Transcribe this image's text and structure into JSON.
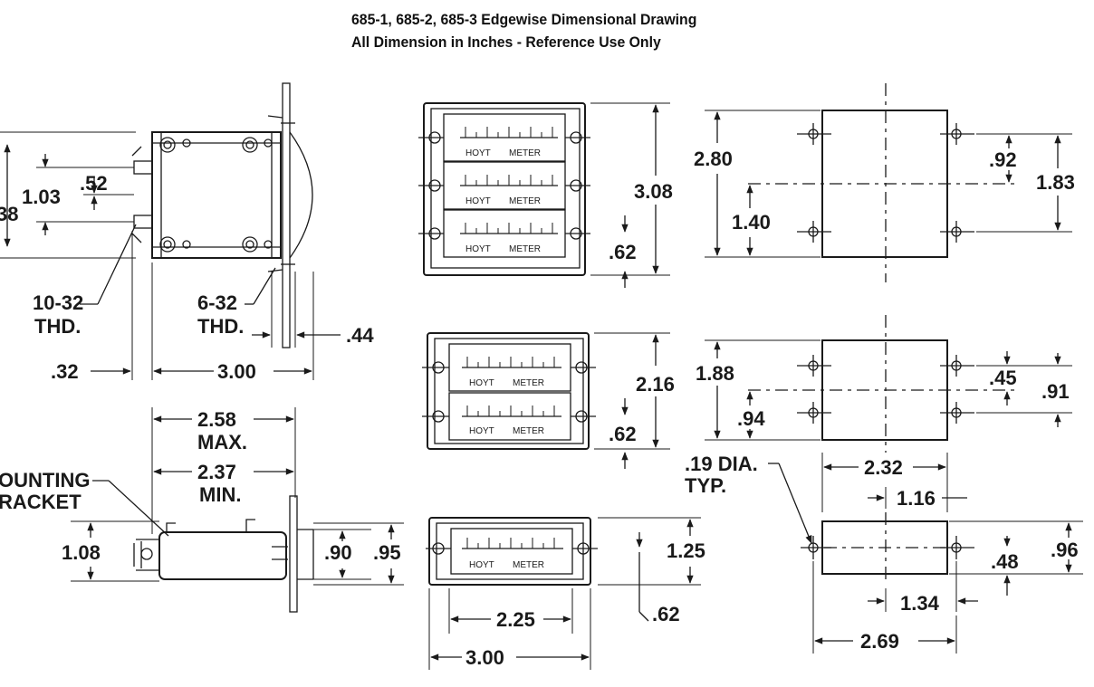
{
  "title": {
    "line1": "685-1, 685-2, 685-3 Edgewise Dimensional Drawing",
    "line2": "All Dimension in Inches - Reference Use Only"
  },
  "side_view": {
    "height_outer": "38",
    "height_middle": "1.03",
    "height_inner": ".52",
    "thread_left": [
      "10-32",
      "THD."
    ],
    "thread_right": [
      "6-32",
      "THD."
    ],
    "offset_left": ".32",
    "depth": "3.00",
    "flange": ".44"
  },
  "top_view": {
    "max_depth": "2.58",
    "max_label": "MAX.",
    "min_depth": "2.37",
    "min_label": "MIN.",
    "bracket_label": [
      "OUNTING",
      "RACKET"
    ],
    "height": "1.08",
    "dim_a": ".90",
    "dim_b": ".95"
  },
  "meter_label": {
    "left": "HOYT",
    "right": "METER"
  },
  "front_3": {
    "height": "3.08",
    "pitch": ".62"
  },
  "front_2": {
    "height": "2.16",
    "pitch": ".62"
  },
  "front_1": {
    "height": "1.25",
    "hole_width": "2.25",
    "width": "3.00",
    "pitch": ".62"
  },
  "cutout_3": {
    "height": "2.80",
    "center": "1.40",
    "hole_half": ".92",
    "hole_span": "1.83"
  },
  "cutout_2": {
    "height": "1.88",
    "center": ".94",
    "hole_half": ".45",
    "hole_span": ".91"
  },
  "cutout_1": {
    "cutout_width": "2.32",
    "half_width": "1.16",
    "hole_label": [
      ".19  DIA.",
      "TYP."
    ],
    "hole_half": ".48",
    "height": ".96",
    "hole_pitch": "1.34",
    "overall_width": "2.69"
  }
}
